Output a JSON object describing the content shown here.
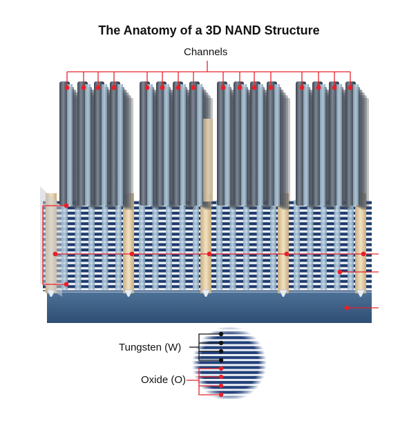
{
  "title": "The Anatomy of a 3D NAND Structure",
  "labels": {
    "channels": "Channels",
    "tungsten": "Tungsten (W)",
    "oxide": "Oxide (O)"
  },
  "colors": {
    "callout_red": "#e8202a",
    "callout_black": "#111111",
    "tungsten_blue": "#1e3a6e",
    "oxide_white": "#f2f4f8",
    "channel_gray": "#5c6672",
    "channel_light": "#9fb6c8",
    "substrate_blue": "#3e6289",
    "trench_tan": "#e3cfa8"
  },
  "icons": {
    "callout_dot": "red-dot-marker",
    "tungsten_dot": "black-dot-marker"
  }
}
